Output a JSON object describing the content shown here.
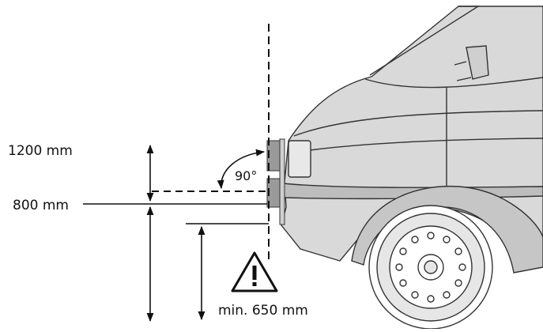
{
  "labels": {
    "upper_height": "1200 mm",
    "lower_height": "800 mm",
    "angle": "90°",
    "min_height": "min. 650 mm"
  },
  "icons": {
    "warning": "warning-triangle-icon"
  },
  "colors": {
    "vehicle_fill": "#d9d9d9",
    "vehicle_dark": "#8c8c8c",
    "sensor_fill": "#9a9a9a",
    "line": "#111111"
  }
}
